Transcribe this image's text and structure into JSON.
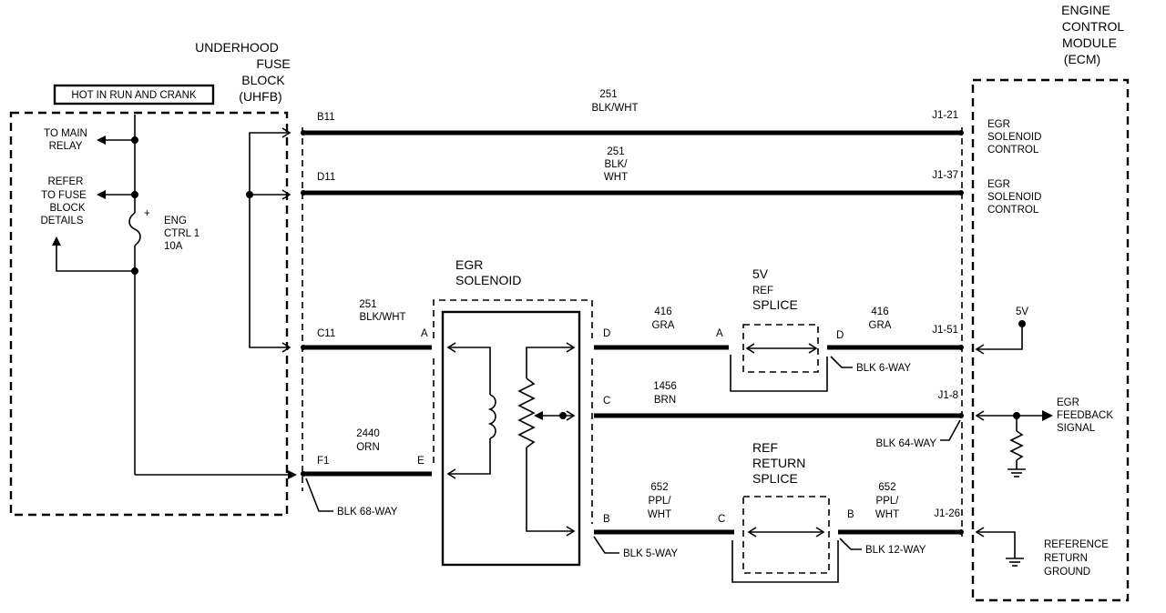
{
  "uhfb": {
    "line1": "UNDERHOOD",
    "line2": "FUSE",
    "line3": "BLOCK",
    "line4": "(UHFB)",
    "hot_label": "HOT IN RUN AND CRANK",
    "main_relay_1": "TO MAIN",
    "main_relay_2": "RELAY",
    "refer_1": "REFER",
    "refer_2": "TO FUSE",
    "refer_3": "BLOCK",
    "refer_4": "DETAILS",
    "fuse_plus": "+",
    "fuse_1": "ENG",
    "fuse_2": "CTRL 1",
    "fuse_3": "10A",
    "connector": "BLK 68-WAY"
  },
  "ecm": {
    "line1": "ENGINE",
    "line2": "CONTROL",
    "line3": "MODULE",
    "line4": "(ECM)",
    "ctrl1_1": "EGR",
    "ctrl1_2": "SOLENOID",
    "ctrl1_3": "CONTROL",
    "ctrl2_1": "EGR",
    "ctrl2_2": "SOLENOID",
    "ctrl2_3": "CONTROL",
    "five_v": "5V",
    "feedback_1": "EGR",
    "feedback_2": "FEEDBACK",
    "feedback_3": "SIGNAL",
    "ref_1": "REFERENCE",
    "ref_2": "RETURN",
    "ref_3": "GROUND",
    "connector": "BLK 64-WAY"
  },
  "egr_solenoid": {
    "line1": "EGR",
    "line2": "SOLENOID",
    "connector": "BLK 5-WAY"
  },
  "splice_5v": {
    "line1": "5V",
    "line2": "REF",
    "line3": "SPLICE",
    "connector": "BLK 6-WAY"
  },
  "splice_ref": {
    "line1": "REF",
    "line2": "RETURN",
    "line3": "SPLICE",
    "connector": "BLK 12-WAY"
  },
  "wires": {
    "b11": {
      "pin": "B11",
      "ecm_pin": "J1-21",
      "circuit": "251",
      "color": "BLK/WHT"
    },
    "d11": {
      "pin": "D11",
      "ecm_pin": "J1-37",
      "circuit": "251",
      "color1": "BLK/",
      "color2": "WHT"
    },
    "c11": {
      "pin": "C11",
      "sol_pin": "A",
      "circuit": "251",
      "color": "BLK/WHT"
    },
    "f1": {
      "pin": "F1",
      "sol_pin": "E",
      "circuit": "2440",
      "color": "ORN"
    },
    "d416a": {
      "sol_pin": "D",
      "splice_pin": "A",
      "circuit": "416",
      "color": "GRA"
    },
    "d416b": {
      "splice_pin": "D",
      "ecm_pin": "J1-51",
      "circuit": "416",
      "color": "GRA"
    },
    "c1456": {
      "sol_pin": "C",
      "ecm_pin": "J1-8",
      "circuit": "1456",
      "color": "BRN"
    },
    "b652a": {
      "sol_pin": "B",
      "splice_pin": "C",
      "circuit": "652",
      "color1": "PPL/",
      "color2": "WHT"
    },
    "b652b": {
      "splice_pin": "B",
      "ecm_pin": "J1-26",
      "circuit": "652",
      "color1": "PPL/",
      "color2": "WHT"
    }
  }
}
